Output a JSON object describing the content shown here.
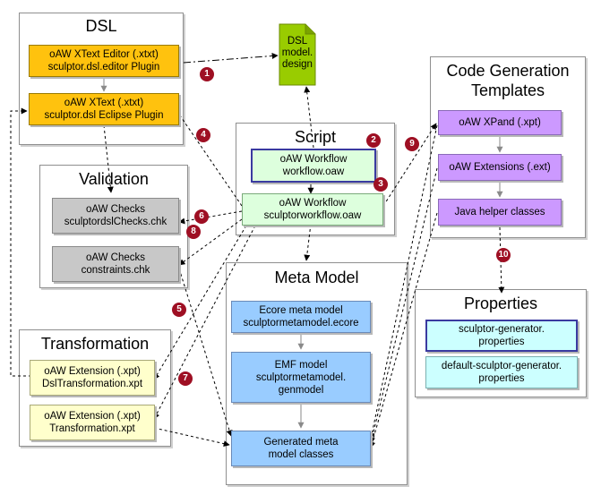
{
  "groups": {
    "dsl": {
      "title": "DSL"
    },
    "validation": {
      "title": "Validation"
    },
    "transformation": {
      "title": "Transformation"
    },
    "script": {
      "title": "Script"
    },
    "meta_model": {
      "title": "Meta Model"
    },
    "code_generation": {
      "title_line1": "Code Generation",
      "title_line2": "Templates"
    },
    "properties": {
      "title": "Properties"
    }
  },
  "nodes": {
    "xtext_editor": {
      "line1": "oAW XText Editor (.xtxt)",
      "line2": "sculptor.dsl.editor Plugin"
    },
    "xtext_plugin": {
      "line1": "oAW XText (.xtxt)",
      "line2": "sculptor.dsl Eclipse Plugin"
    },
    "checks_dsl": {
      "line1": "oAW Checks",
      "line2": "sculptordslChecks.chk"
    },
    "checks_constraints": {
      "line1": "oAW Checks",
      "line2": "constraints.chk"
    },
    "ext_dsl_transformation": {
      "line1": "oAW Extension (.xpt)",
      "line2": "DslTransformation.xpt"
    },
    "ext_transformation": {
      "line1": "oAW Extension (.xpt)",
      "line2": "Transformation.xpt"
    },
    "workflow": {
      "line1": "oAW Workflow",
      "line2": "workflow.oaw"
    },
    "sculptor_workflow": {
      "line1": "oAW Workflow",
      "line2": "sculptorworkflow.oaw"
    },
    "ecore_model": {
      "line1": "Ecore meta model",
      "line2": "sculptormetamodel.ecore"
    },
    "emf_model": {
      "line1": "EMF model",
      "line2": "sculptormetamodel.",
      "line3": "genmodel"
    },
    "generated_classes": {
      "line1": "Generated meta",
      "line2": "model classes"
    },
    "xpand": {
      "line1": "oAW XPand (.xpt)"
    },
    "extensions": {
      "line1": "oAW Extensions (.ext)"
    },
    "java_helper": {
      "line1": "Java helper classes"
    },
    "sculptor_props": {
      "line1": "sculptor-generator.",
      "line2": "properties"
    },
    "default_props": {
      "line1": "default-sculptor-generator.",
      "line2": "properties"
    }
  },
  "document": {
    "line1": "DSL",
    "line2": "model.",
    "line3": "design"
  },
  "badges": [
    "1",
    "2",
    "3",
    "4",
    "5",
    "6",
    "7",
    "8",
    "9",
    "10"
  ],
  "colors": {
    "orange": "#ffc20e",
    "gray": "#c8c8c8",
    "yellow": "#ffffcc",
    "light_green": "#ddffdd",
    "blue": "#99ccff",
    "purple": "#cc99ff",
    "cyan": "#ccffff",
    "document_green": "#99cc00",
    "badge": "#9e0f23"
  }
}
